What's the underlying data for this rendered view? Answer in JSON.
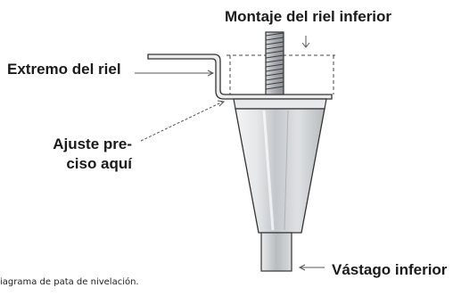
{
  "labels": {
    "top_mount": "Montaje del riel inferior",
    "rail_end": "Extremo del riel",
    "adjust_line1": "Ajuste pre-",
    "adjust_line2": "ciso aquí",
    "lower_stem": "Vástago inferior"
  },
  "caption": "iagrama de pata de nivelación.",
  "colors": {
    "line": "#333333",
    "metal_light": "#f1f2f3",
    "metal_dark": "#9ea3a8",
    "dashed": "#444444"
  }
}
